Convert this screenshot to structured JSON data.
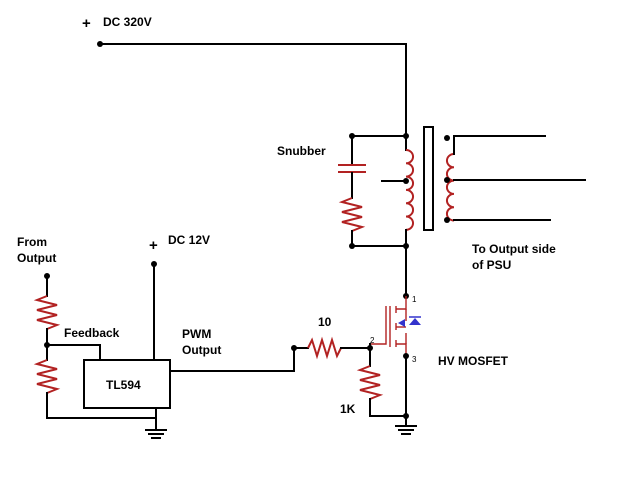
{
  "labels": {
    "dc320": "DC 320V",
    "dc12": "DC 12V",
    "snubber": "Snubber",
    "from_output_1": "From",
    "from_output_2": "Output",
    "feedback": "Feedback",
    "tl594": "TL594",
    "pwm_1": "PWM",
    "pwm_2": "Output",
    "r10": "10",
    "r1k": "1K",
    "hv_mosfet": "HV MOSFET",
    "to_output_1": "To Output side",
    "to_output_2": "of PSU",
    "plus": "+",
    "pin1": "1",
    "pin2": "2",
    "pin3": "3"
  },
  "colors": {
    "wire": "#000000",
    "component": "#b22222",
    "diode": "#3333cc"
  }
}
